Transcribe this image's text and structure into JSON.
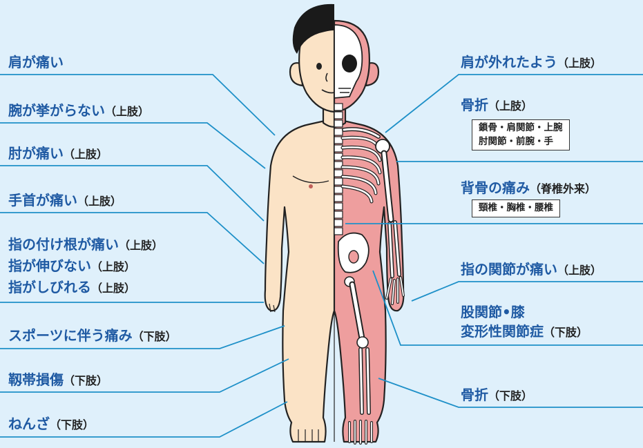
{
  "colors": {
    "background": "#dff0fb",
    "label_main": "#1f5aa3",
    "leader_line": "#1e90c8",
    "skin": "#fbe3c6",
    "muscle": "#ee9e9e",
    "bone": "#ffffff"
  },
  "left_labels": [
    {
      "main": "肩が痛い",
      "sub": ""
    },
    {
      "main": "腕が挙がらない",
      "sub": "（上肢）"
    },
    {
      "main": "肘が痛い",
      "sub": "（上肢）"
    },
    {
      "main": "手首が痛い",
      "sub": "（上肢）"
    },
    {
      "main": "指の付け根が痛い",
      "sub": "（上肢）"
    },
    {
      "main": "指が伸びない",
      "sub": "（上肢）"
    },
    {
      "main": "指がしびれる",
      "sub": "（上肢）"
    },
    {
      "main": "スポーツに伴う痛み",
      "sub": "（下肢）"
    },
    {
      "main": "靱帯損傷",
      "sub": "（下肢）"
    },
    {
      "main": "ねんざ",
      "sub": "（下肢）"
    }
  ],
  "right_labels": [
    {
      "main": "肩が外れたよう",
      "sub": "（上肢）"
    },
    {
      "main": "骨折",
      "sub": "（上肢）",
      "box": [
        "鎖骨・肩関節・上腕",
        "肘関節・前腕・手"
      ]
    },
    {
      "main": "背骨の痛み",
      "sub": "（脊椎外来）",
      "box": [
        "頸椎・胸椎・腰椎"
      ]
    },
    {
      "main": "指の関節が痛い",
      "sub": "（上肢）"
    },
    {
      "main": "股関節•膝",
      "sub": ""
    },
    {
      "main": "変形性関節症",
      "sub": "（下肢）"
    },
    {
      "main": "骨折",
      "sub": "（下肢）"
    }
  ]
}
